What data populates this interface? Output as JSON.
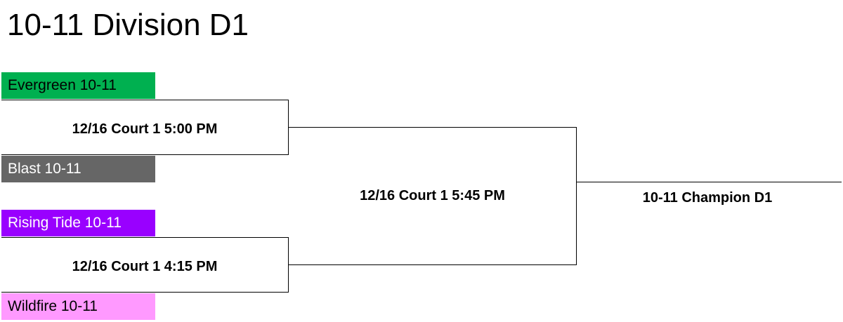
{
  "title": "10-11 Division D1",
  "teams": [
    {
      "name": "Evergreen 10-11",
      "color": "#00b050",
      "text_color": "#000000"
    },
    {
      "name": "Blast 10-11",
      "color": "#666666",
      "text_color": "#ffffff"
    },
    {
      "name": "Rising Tide 10-11",
      "color": "#9900ff",
      "text_color": "#ffffff"
    },
    {
      "name": "Wildfire 10-11",
      "color": "#ff99ff",
      "text_color": "#000000"
    }
  ],
  "games": {
    "upper": "12/16 Court 1 5:00 PM",
    "lower": "12/16 Court 1 4:15 PM",
    "final": "12/16 Court 1 5:45 PM"
  },
  "champion": "10-11 Champion D1"
}
